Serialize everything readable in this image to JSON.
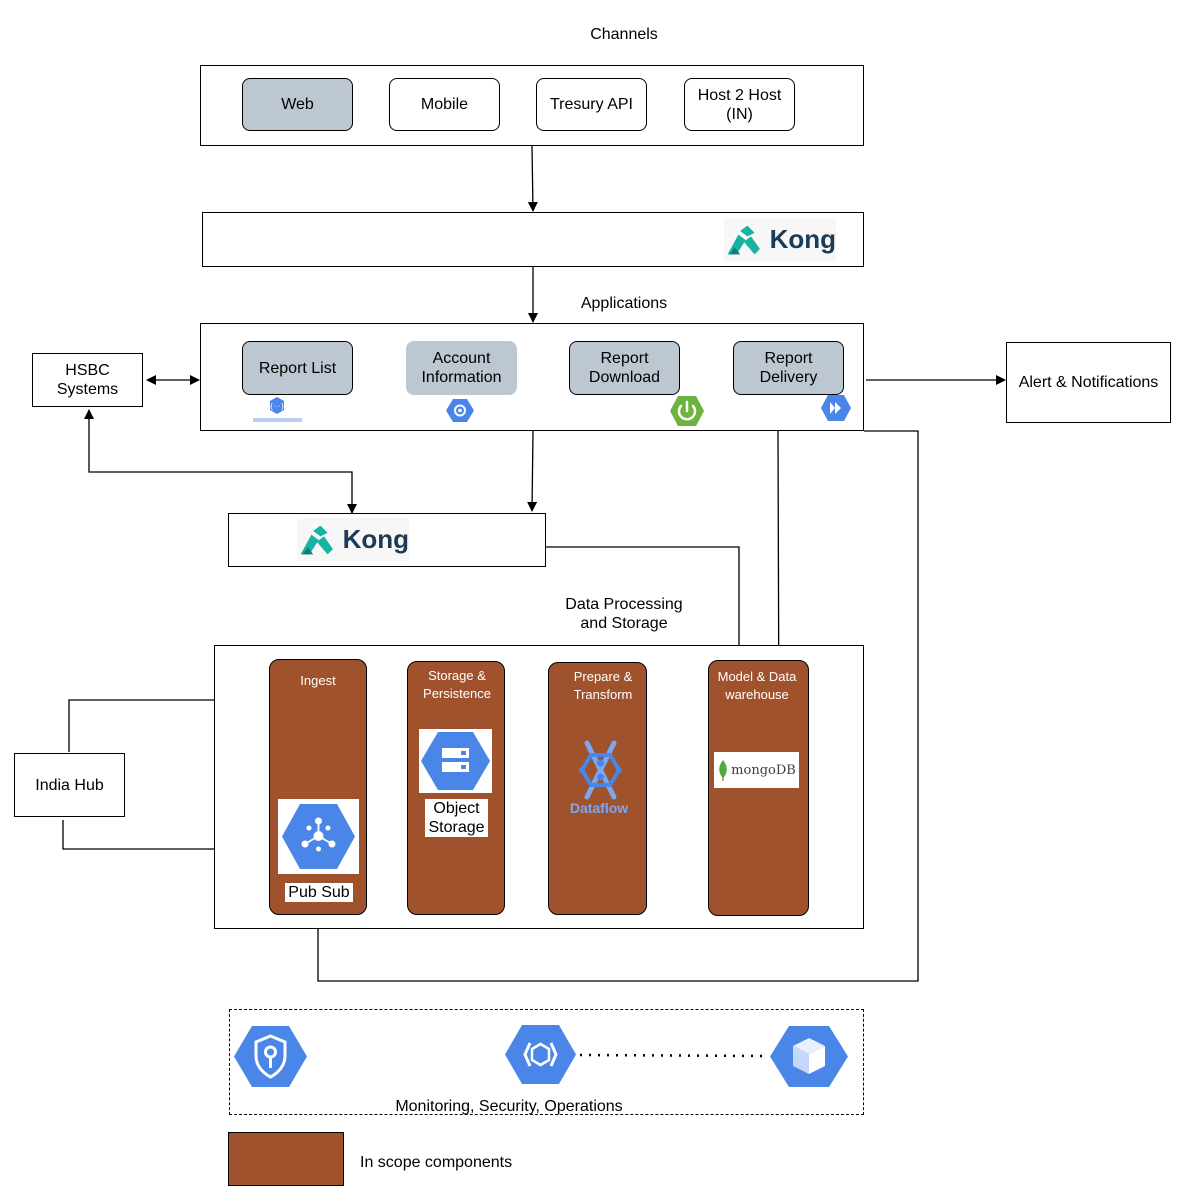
{
  "channels": {
    "title": "Channels",
    "items": [
      {
        "label": "Web"
      },
      {
        "label": "Mobile"
      },
      {
        "label": "Tresury API"
      },
      {
        "label": "Host 2 Host\n(IN)"
      }
    ]
  },
  "gateway_top": {
    "logo_text": "Kong"
  },
  "applications": {
    "title": "Applications",
    "items": [
      {
        "label": "Report List",
        "icon": "google-cloud-functions-icon"
      },
      {
        "label": "Account\nInformation",
        "icon": "app-engine-icon"
      },
      {
        "label": "Report\nDownload",
        "icon": "spring-power-icon"
      },
      {
        "label": "Report\nDelivery",
        "icon": "cloud-run-icon"
      }
    ]
  },
  "hsbc": {
    "label": "HSBC\nSystems"
  },
  "alerts": {
    "label": "Alert & Notifications"
  },
  "gateway_mid": {
    "logo_text": "Kong"
  },
  "data_processing": {
    "title": "Data Processing\nand Storage",
    "columns": [
      {
        "title": "Ingest"
      },
      {
        "title": "Storage &\nPersistence"
      },
      {
        "title": "Prepare &\nTransform"
      },
      {
        "title": "Model & Data\nwarehouse"
      }
    ],
    "pubsub_label": "Pub Sub",
    "object_storage_label": "Object\nStorage",
    "dataflow_label": "Dataflow",
    "mongodb_label": "mongoDB"
  },
  "india_hub": {
    "label": "India Hub"
  },
  "monitoring": {
    "label": "Monitoring, Security, Operations"
  },
  "legend": {
    "label": "In scope components",
    "color": "#a0522d"
  },
  "colors": {
    "accent_grey": "#bcc7d1",
    "in_scope": "#a0522d",
    "gcp_blue": "#4a85e8"
  }
}
